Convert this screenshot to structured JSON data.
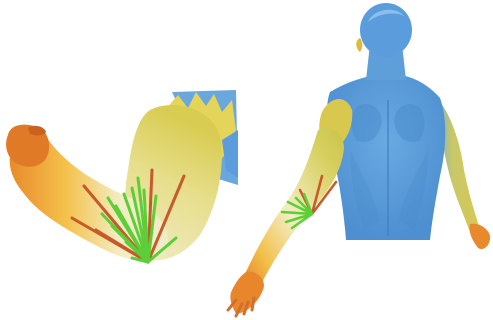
{
  "figure": {
    "panels": [
      {
        "id": "left",
        "subject": "arm-elbow-closeup"
      },
      {
        "id": "right",
        "subject": "torso-back-with-arm"
      }
    ],
    "colormap": {
      "cool": "#5b9ddc",
      "mid": "#efe9b8",
      "warm": "#f0a63a",
      "hot": "#e2782a"
    },
    "vector_colors": {
      "green": "#5ccf38",
      "red": "#c65a2a"
    }
  }
}
